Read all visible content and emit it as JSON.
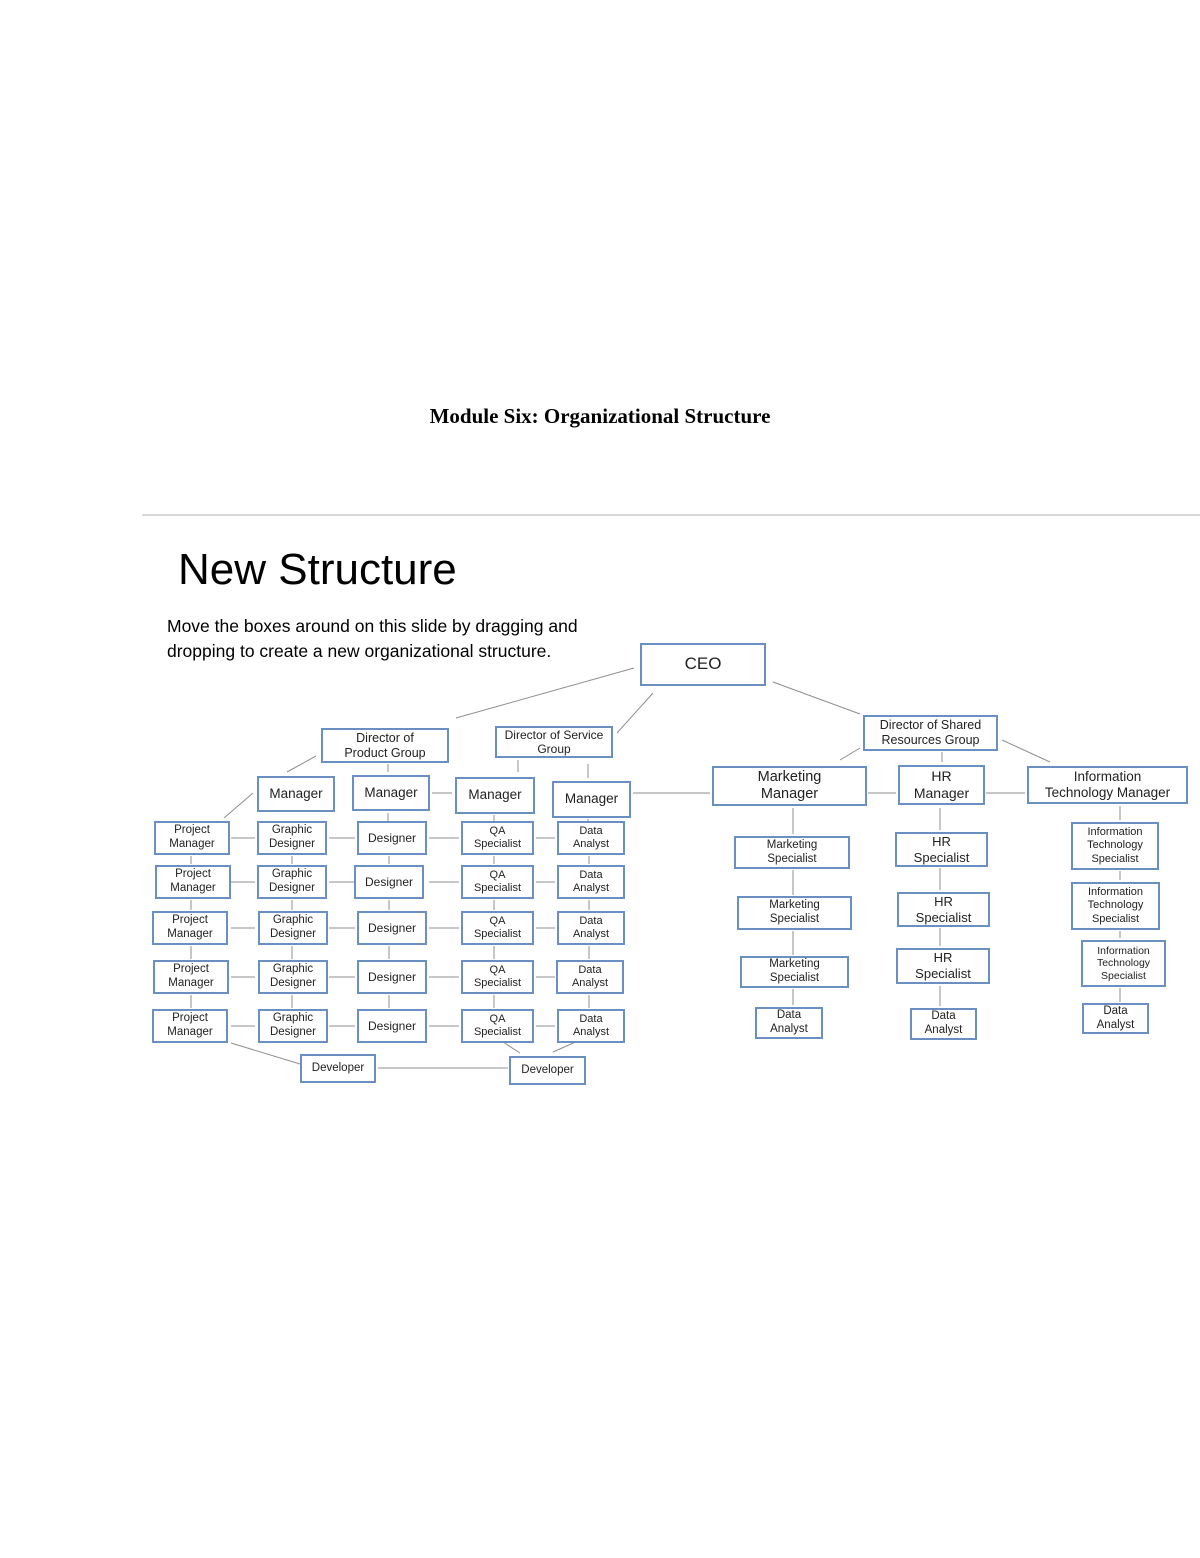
{
  "document": {
    "title": "Module Six: Organizational Structure"
  },
  "slide": {
    "heading": "New Structure",
    "instructions": "Move the boxes around on this slide by dragging and dropping to create a new organizational structure."
  },
  "colors": {
    "box_border": "#6a8fc3",
    "connector": "#8f8f8f"
  },
  "org": {
    "ceo": "CEO",
    "director_product": "Director of\nProduct Group",
    "director_service": "Director of Service\nGroup",
    "director_shared": "Director of Shared\nResources Group",
    "manager": "Manager",
    "project_manager": "Project\nManager",
    "graphic_designer": "Graphic\nDesigner",
    "designer": "Designer",
    "qa_specialist": "QA\nSpecialist",
    "data_analyst": "Data\nAnalyst",
    "developer": "Developer",
    "marketing_manager": "Marketing\nManager",
    "hr_manager": "HR\nManager",
    "it_manager": "Information\nTechnology Manager",
    "marketing_specialist": "Marketing\nSpecialist",
    "hr_specialist": "HR\nSpecialist",
    "it_specialist": "Information\nTechnology\nSpecialist"
  }
}
